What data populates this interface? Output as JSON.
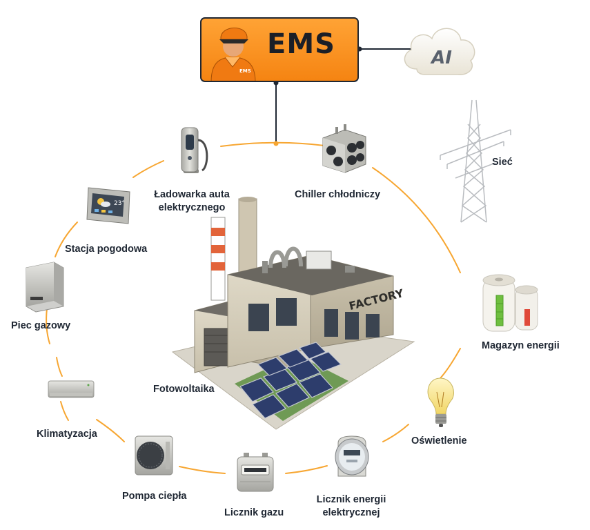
{
  "title": "EMS",
  "ai_label": "AI",
  "factory_sign": "FACTORY",
  "mascot_badge": "EMS",
  "weather_reading": "23°",
  "accent_color": "#f7a631",
  "nodes": {
    "ladowarka": {
      "line1": "Ładowarka auta",
      "line2": "elektrycznego",
      "icon": "ev-charger-icon"
    },
    "chiller": {
      "label": "Chiller chłodniczy",
      "icon": "chiller-icon"
    },
    "siec": {
      "label": "Sieć",
      "icon": "power-pylon-icon"
    },
    "magazyn": {
      "label": "Magazyn energii",
      "icon": "battery-storage-icon"
    },
    "oswietlenie": {
      "label": "Oświetlenie",
      "icon": "light-bulb-icon"
    },
    "licznik_energii": {
      "line1": "Licznik energii",
      "line2": "elektrycznej",
      "icon": "electric-meter-icon"
    },
    "licznik_gazu": {
      "label": "Licznik gazu",
      "icon": "gas-meter-icon"
    },
    "pompa": {
      "label": "Pompa ciepła",
      "icon": "heat-pump-icon"
    },
    "klimatyzacja": {
      "label": "Klimatyzacja",
      "icon": "air-conditioner-icon"
    },
    "piec": {
      "label": "Piec gazowy",
      "icon": "gas-boiler-icon"
    },
    "stacja": {
      "label": "Stacja pogodowa",
      "icon": "weather-station-icon"
    },
    "fotowoltaika": {
      "label": "Fotowoltaika",
      "icon": "solar-panels-icon"
    }
  }
}
